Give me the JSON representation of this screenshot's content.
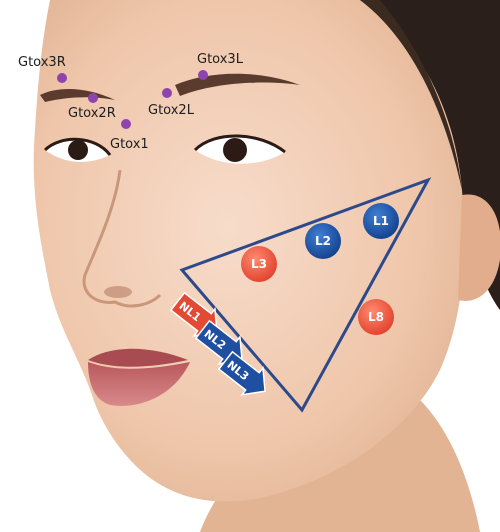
{
  "colors": {
    "point_purple": "#8e44ad",
    "red_marker": "#e24a33",
    "blue_marker": "#1f4fa0",
    "triangle_line": "#2c4a8a",
    "skin": "#f0c9ae",
    "hair": "#2a1f1a",
    "lips": "#c46a6d"
  },
  "points": [
    {
      "id": "gtox3r",
      "label": "Gtox3R"
    },
    {
      "id": "gtox3l",
      "label": "Gtox3L"
    },
    {
      "id": "gtox2r",
      "label": "Gtox2R"
    },
    {
      "id": "gtox2l",
      "label": "Gtox2L"
    },
    {
      "id": "gtox1",
      "label": "Gtox1"
    }
  ],
  "markers": [
    {
      "id": "l1",
      "label": "L1",
      "color": "blue"
    },
    {
      "id": "l2",
      "label": "L2",
      "color": "blue"
    },
    {
      "id": "l3",
      "label": "L3",
      "color": "red"
    },
    {
      "id": "l8",
      "label": "L8",
      "color": "red"
    }
  ],
  "arrows": [
    {
      "id": "nl1",
      "label": "NL1",
      "color": "red"
    },
    {
      "id": "nl2",
      "label": "NL2",
      "color": "blue"
    },
    {
      "id": "nl3",
      "label": "NL3",
      "color": "blue"
    }
  ]
}
